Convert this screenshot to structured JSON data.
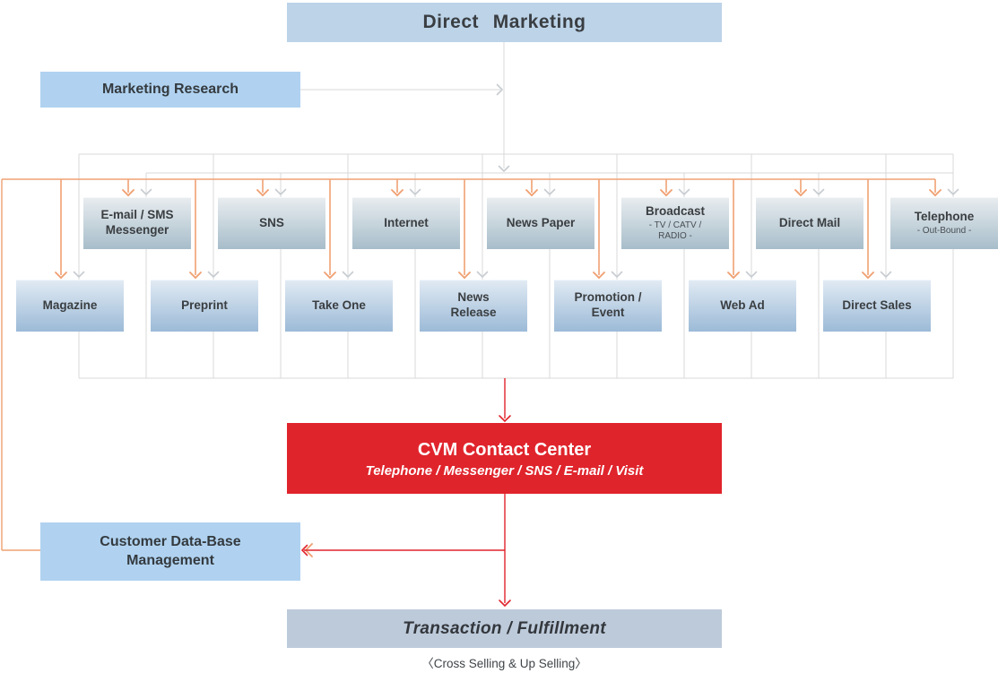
{
  "title": {
    "label": "Direct Marketing"
  },
  "marketing_research": {
    "label": "Marketing Research"
  },
  "channels": {
    "row1": [
      {
        "label": "E-mail / SMS\nMessenger"
      },
      {
        "label": "SNS"
      },
      {
        "label": "Internet"
      },
      {
        "label": "News Paper"
      },
      {
        "label": "Broadcast",
        "sub": "- TV / CATV /\nRADIO -"
      },
      {
        "label": "Direct Mail"
      },
      {
        "label": "Telephone",
        "sub": "- Out-Bound -"
      }
    ],
    "row2": [
      {
        "label": "Magazine"
      },
      {
        "label": "Preprint"
      },
      {
        "label": "Take One"
      },
      {
        "label": "News\nRelease"
      },
      {
        "label": "Promotion /\nEvent"
      },
      {
        "label": "Web Ad"
      },
      {
        "label": "Direct Sales"
      }
    ]
  },
  "cvm": {
    "title": "CVM Contact Center",
    "subtitle": "Telephone / Messenger / SNS / E-mail / Visit"
  },
  "customer_db": {
    "label": "Customer Data-Base\nManagement"
  },
  "transaction": {
    "label": "Transaction / Fulfillment"
  },
  "caption": "〈Cross Selling & Up Selling〉",
  "colors": {
    "header_blue": "#bcd3e8",
    "side_blue": "#b0d2f0",
    "row1_gradient_top": "#e9edf0",
    "row1_gradient_bottom": "#a7bdca",
    "row2_gradient_top": "#e2ebf4",
    "row2_gradient_bottom": "#9cbad7",
    "cvm_red": "#e0242c",
    "transaction_blue": "#bdcada",
    "orange_line": "#f0a173",
    "gray_line": "#d9d9d9"
  }
}
